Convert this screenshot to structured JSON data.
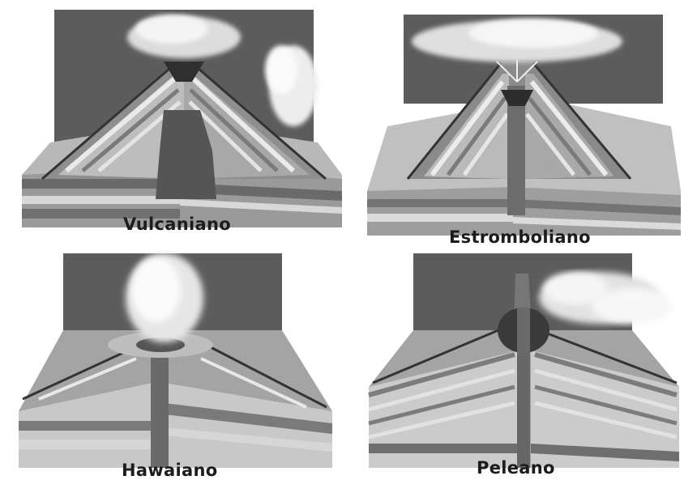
{
  "colors": {
    "sky_block": "#5a5a5a",
    "layer_dark": "#6f6f6f",
    "layer_mid": "#a6a6a6",
    "layer_light": "#d2d2d2",
    "magma": "#4a4a4a",
    "smoke": "#f2f2f2"
  },
  "panels": [
    {
      "label": "Vulcaniano"
    },
    {
      "label": "Estromboliano"
    },
    {
      "label": "Hawaiano"
    },
    {
      "label": "Peleano"
    }
  ]
}
